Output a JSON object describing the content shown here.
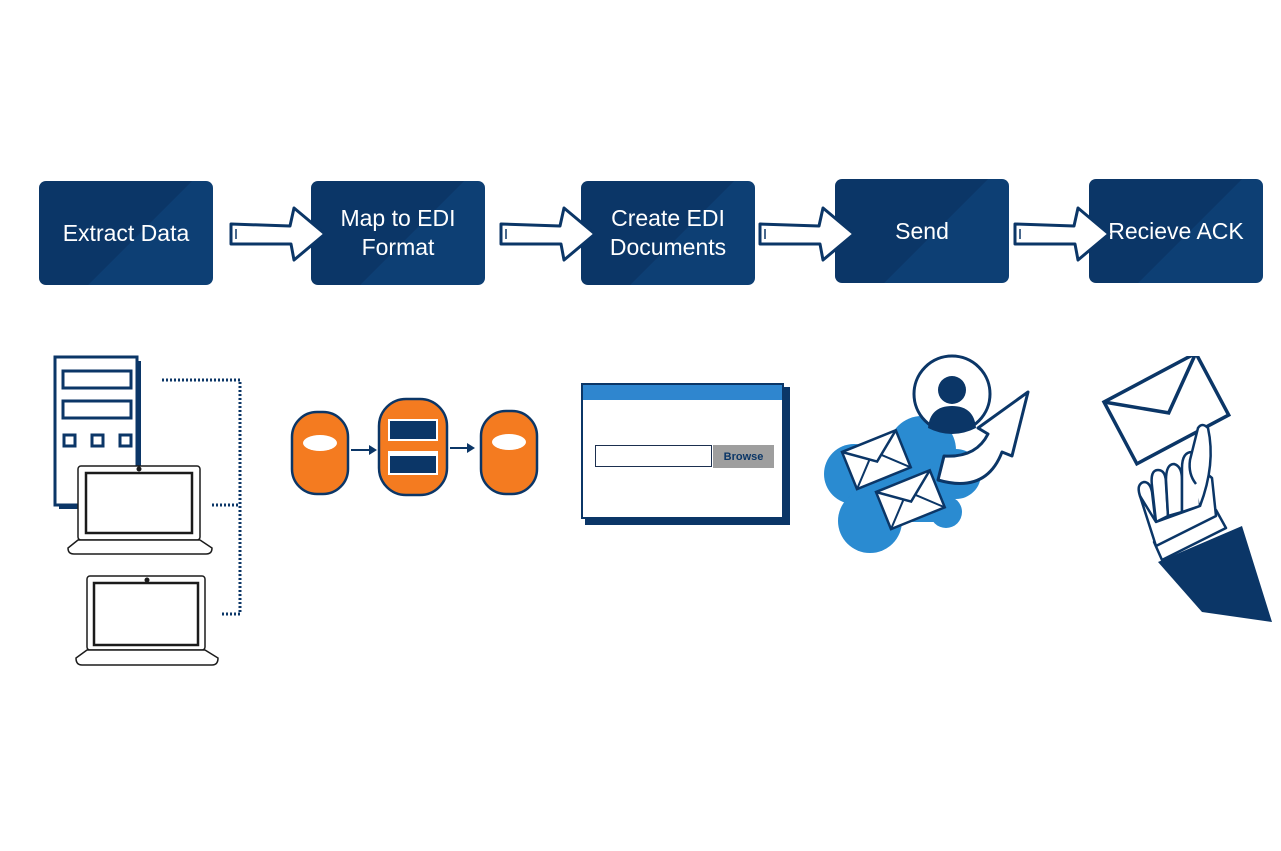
{
  "steps": [
    {
      "label": "Extract Data"
    },
    {
      "label": "Map to EDI\nFormat"
    },
    {
      "label": "Create EDI\nDocuments"
    },
    {
      "label": "Send"
    },
    {
      "label": "Recieve ACK"
    }
  ],
  "browse_window": {
    "button_label": "Browse"
  },
  "colors": {
    "navy": "#0b3667",
    "orange": "#f47b20",
    "cloud_blue": "#2a8bd1",
    "window_bar": "#2f86cf"
  }
}
